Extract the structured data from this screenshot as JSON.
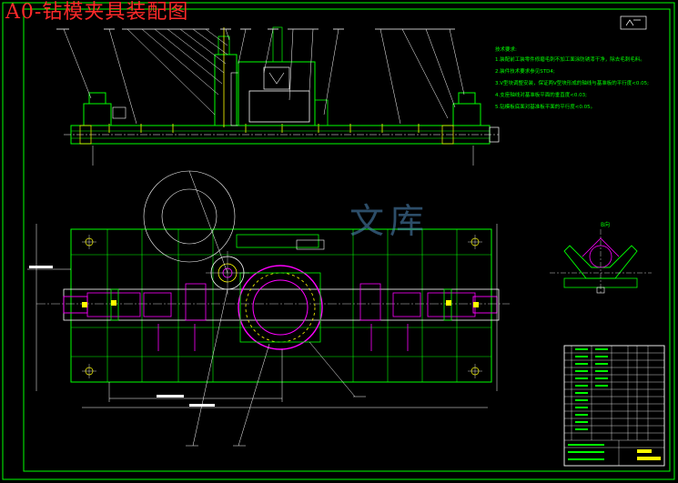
{
  "title": "A0-钻模夹具装配图",
  "technical_notes": {
    "heading": "技术要求:",
    "lines": [
      "1.装配前工装零件修磨毛刺不加工面涂防锈漆干净，除去毛刺毛料。",
      "2.装件技术要求参见STD4;",
      "3.V型块调整安装，保证两V型块形成的轴线与基准板的平行度<0.05;",
      "4.支座轴线对基准板平面的垂直度<0.03;",
      "5.钻模板底面对基准板平面的平行度<0.05。"
    ]
  },
  "section_view_label": "B向",
  "watermark_text": "文库",
  "colors": {
    "background": "#000000",
    "frame": "#00ff00",
    "yellow": "#ffff00",
    "white": "#ffffff",
    "magenta": "#ff00ff",
    "red": "#ff2a2a",
    "cyan": "#00ffff",
    "green": "#00ff00"
  }
}
